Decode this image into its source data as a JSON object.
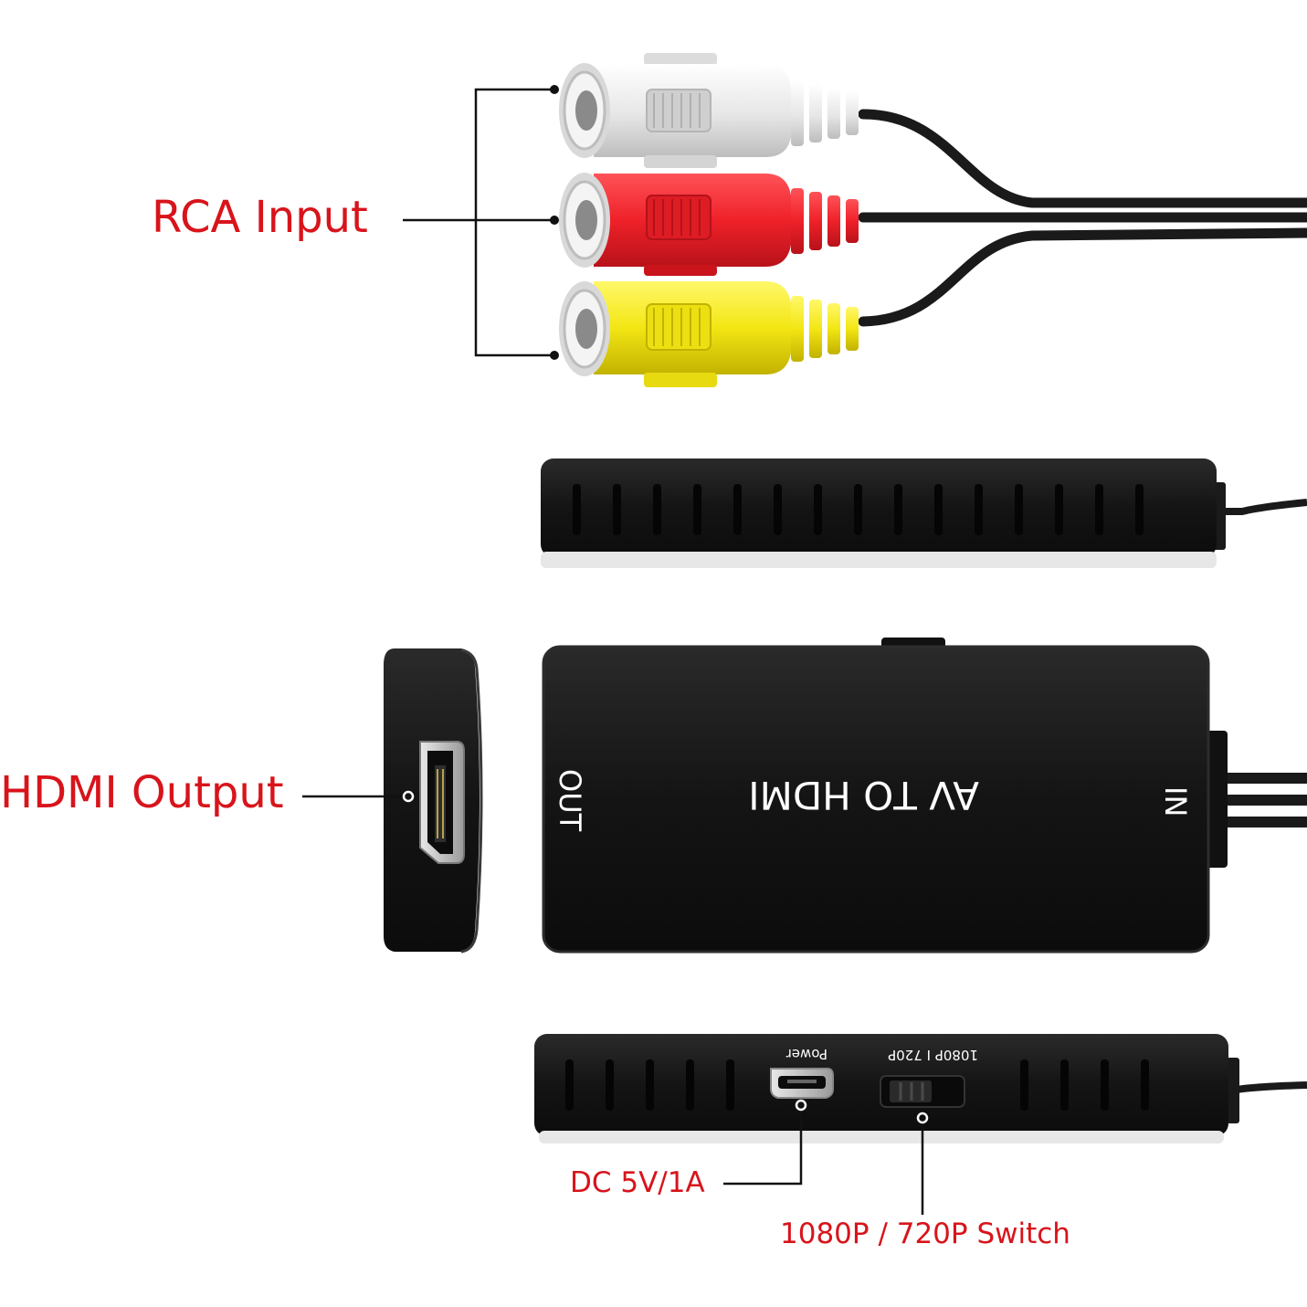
{
  "callouts": {
    "rca_input": "RCA Input",
    "hdmi_output": "HDMI Output",
    "dc_power": "DC 5V/1A",
    "resolution_switch": "1080P / 720P Switch"
  },
  "device": {
    "title": "AV TO HDMI",
    "out_label": "OUT",
    "in_label": "IN",
    "power_port_label": "Power",
    "switch_label": "1080P I 720P"
  },
  "colors": {
    "callout_text": "#d8141b",
    "leader_line": "#111111",
    "device_body": "#161616",
    "device_edge": "#2c2c2c",
    "cable": "#1a1a1a",
    "rca_white": "#ececec",
    "rca_red": "#f0262f",
    "rca_yellow": "#f5ec1b",
    "port_metal": "#c9c9c9"
  }
}
